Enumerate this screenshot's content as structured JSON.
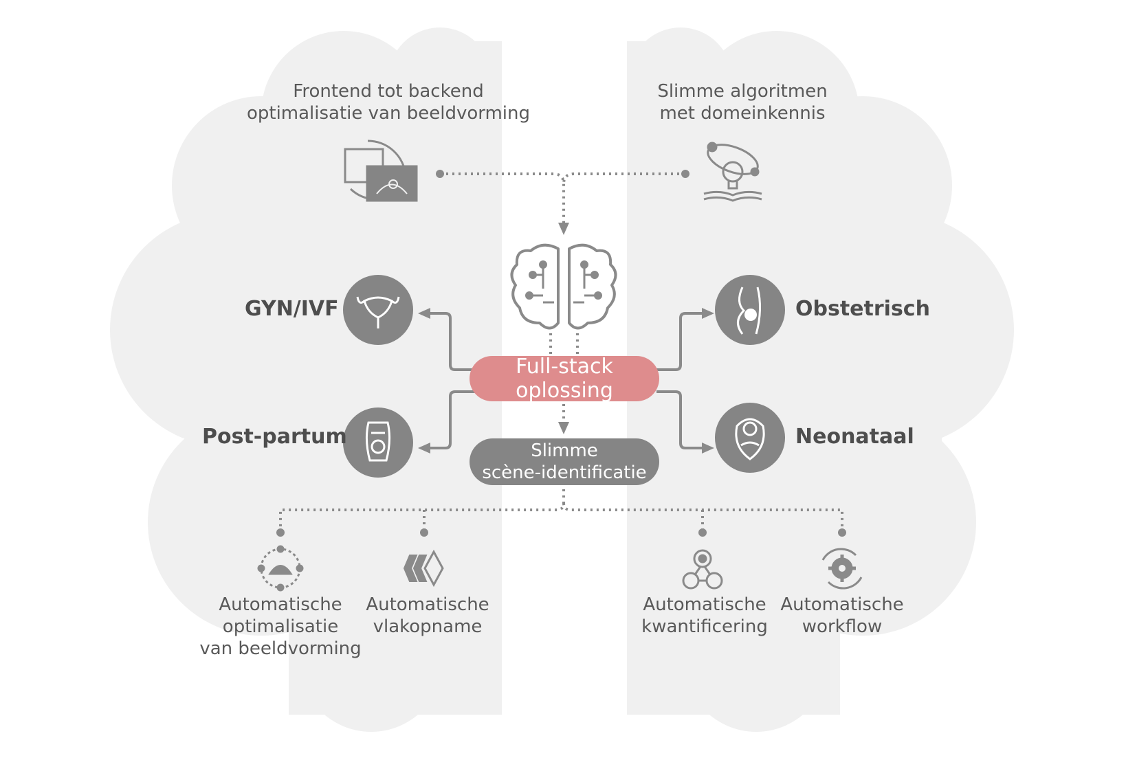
{
  "top_left": {
    "line1": "Frontend tot backend",
    "line2": "optimalisatie van beeldvorming",
    "icon": "ultrasound-screens-icon"
  },
  "top_right": {
    "line1": "Slimme algoritmen",
    "line2": "met domeinkennis",
    "icon": "lightbulb-book-icon"
  },
  "center": {
    "brain_icon": "circuit-brain-icon",
    "full_stack": "Full-stack oplossing",
    "scene_line1": "Slimme",
    "scene_line2": "scène-identificatie"
  },
  "categories": {
    "gyn": {
      "label": "GYN/IVF",
      "icon": "uterus-icon"
    },
    "obst": {
      "label": "Obstetrisch",
      "icon": "pregnant-icon"
    },
    "post": {
      "label": "Post-partum",
      "icon": "device-icon"
    },
    "neo": {
      "label": "Neonataal",
      "icon": "baby-icon"
    }
  },
  "features": [
    {
      "line1": "Automatische",
      "line2": "optimalisatie",
      "line3": "van beeldvorming",
      "icon": "auto-optimize-icon"
    },
    {
      "line1": "Automatische",
      "line2": "vlakopname",
      "icon": "plane-capture-icon"
    },
    {
      "line1": "Automatische",
      "line2": "kwantificering",
      "icon": "quantification-icon"
    },
    {
      "line1": "Automatische",
      "line2": "workflow",
      "icon": "workflow-gear-icon"
    }
  ],
  "colors": {
    "background_cloud": "#f0f0f0",
    "icon_grey": "#858585",
    "accent_red": "#de8c8d",
    "line_grey": "#8a8a8a"
  }
}
